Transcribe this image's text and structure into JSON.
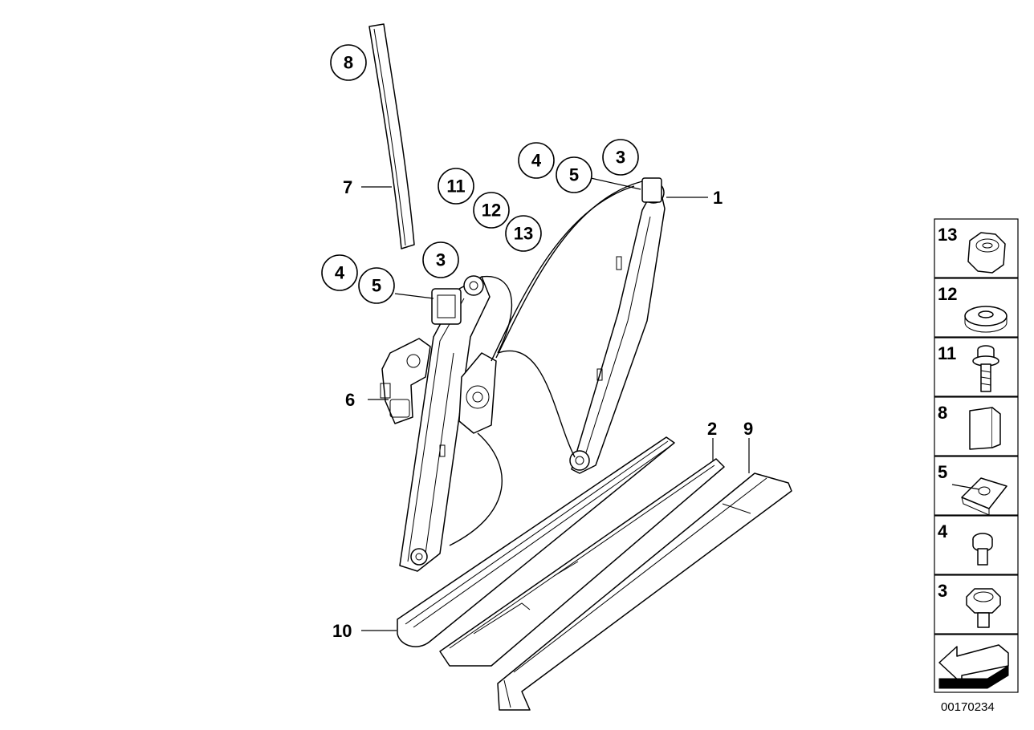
{
  "callouts": {
    "c8": "8",
    "c11": "11",
    "c12": "12",
    "c13": "13",
    "c4_top": "4",
    "c5_top": "5",
    "c3_top": "3",
    "c3_mid": "3",
    "c4_mid": "4",
    "c5_mid": "5"
  },
  "labels": {
    "l7": "7",
    "l1": "1",
    "l6": "6",
    "l2": "2",
    "l9": "9",
    "l10": "10"
  },
  "legend": [
    {
      "number": "13",
      "part": "hex-nut-icon"
    },
    {
      "number": "12",
      "part": "washer-icon"
    },
    {
      "number": "11",
      "part": "collar-screw-icon"
    },
    {
      "number": "8",
      "part": "clip-icon"
    },
    {
      "number": "5",
      "part": "clip-nut-icon"
    },
    {
      "number": "4",
      "part": "flat-head-screw-icon"
    },
    {
      "number": "3",
      "part": "hex-bolt-icon"
    }
  ],
  "drawing_id": "00170234"
}
